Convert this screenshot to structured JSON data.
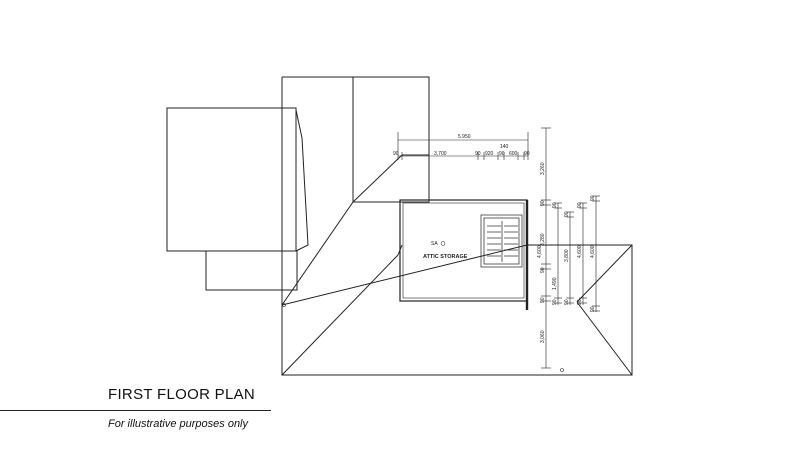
{
  "plan": {
    "title": "FIRST FLOOR PLAN",
    "subtitle": "For illustrative purposes only",
    "room_label": "ATTIC STORAGE",
    "room_tag": "SA"
  },
  "dimensions": {
    "top_overall": "5.950",
    "top_mid": "140",
    "top_chain": [
      "90",
      "3,700",
      "90",
      "920",
      "90",
      "600",
      "90"
    ],
    "right_chain": [
      "3,260",
      "90",
      "3,280",
      "90",
      "1,490",
      "90",
      "3,060"
    ],
    "right_inner_a": [
      "90",
      "4,600",
      "90"
    ],
    "right_inner_b": [
      "90",
      "3,800",
      "90"
    ],
    "right_inner_c": [
      "90",
      "4,600",
      "90"
    ],
    "right_inner_d": [
      "90",
      "4,600",
      "90"
    ]
  }
}
